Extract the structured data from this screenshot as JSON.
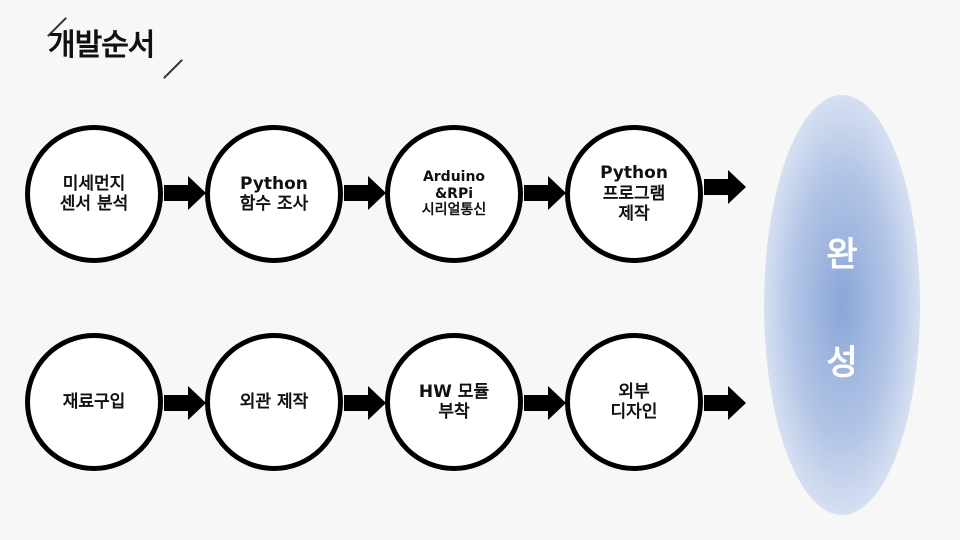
{
  "title": "개발순서",
  "row1": [
    {
      "label": "미세먼지\n센서 분석"
    },
    {
      "label": "Python\n함수 조사"
    },
    {
      "label": "Arduino\n&RPi\n시리얼통신"
    },
    {
      "label": "Python\n프로그램\n제작"
    }
  ],
  "row2": [
    {
      "label": "재료구입"
    },
    {
      "label": "외관 제작"
    },
    {
      "label": "HW 모듈\n부착"
    },
    {
      "label": "외부\n디자인"
    }
  ],
  "finish": {
    "char1": "완",
    "char2": "성",
    "color": "#8aa6d8"
  }
}
